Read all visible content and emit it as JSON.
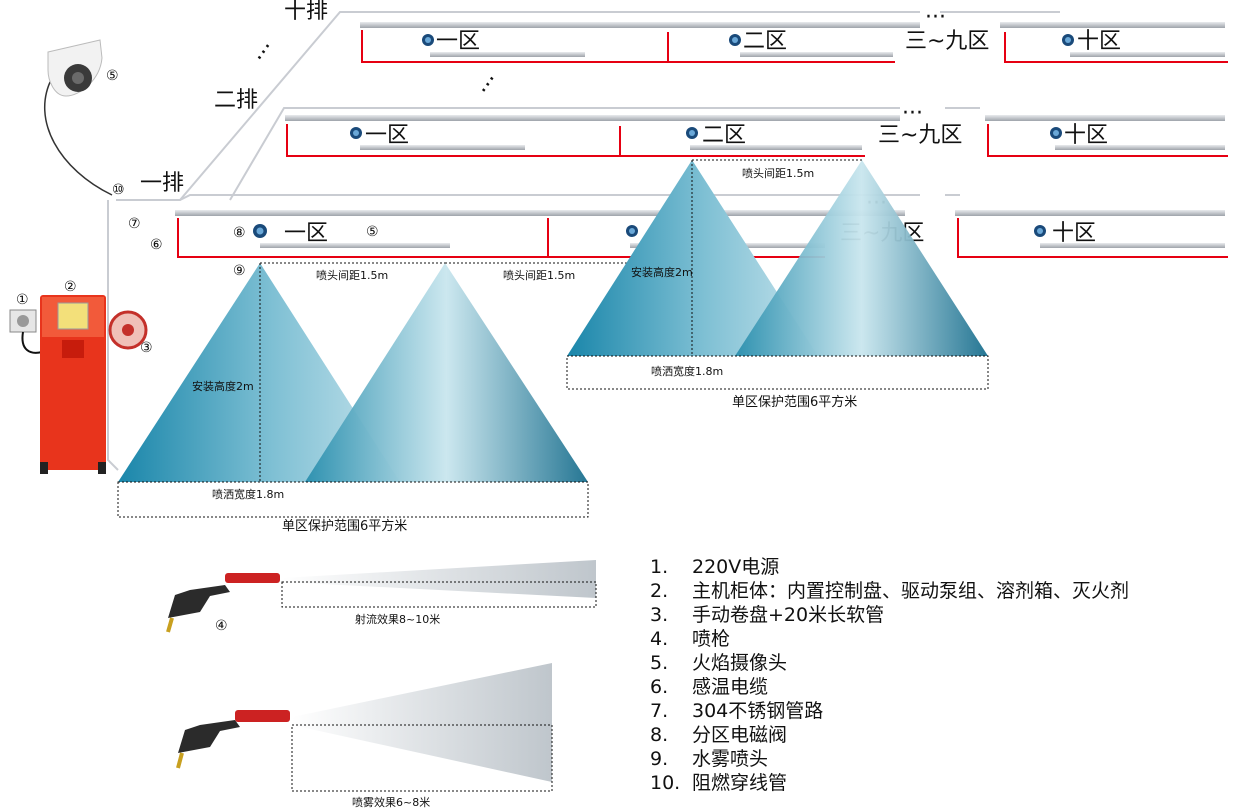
{
  "rows": {
    "row1": "一排",
    "row2": "二排",
    "row10": "十排"
  },
  "zones": {
    "z1": "一区",
    "z2": "二区",
    "z39": "三~九区",
    "z10": "十区"
  },
  "ellipsis": "···",
  "dims": {
    "spacing": "喷头间距1.5m",
    "height": "安装高度2m",
    "width": "喷洒宽度1.8m",
    "coverage": "单区保护范围6平方米"
  },
  "effects": {
    "jet": "射流效果8~10米",
    "spray": "喷雾效果6~8米"
  },
  "markers": [
    "①",
    "②",
    "③",
    "④",
    "⑤",
    "⑥",
    "⑦",
    "⑧",
    "⑨",
    "⑩"
  ],
  "legend": [
    {
      "n": "1.",
      "text": "220V电源"
    },
    {
      "n": "2.",
      "text": "主机柜体：内置控制盘、驱动泵组、溶剂箱、灭火剂"
    },
    {
      "n": "3.",
      "text": "手动卷盘+20米长软管"
    },
    {
      "n": "4.",
      "text": "喷枪"
    },
    {
      "n": "5.",
      "text": "火焰摄像头"
    },
    {
      "n": "6.",
      "text": "感温电缆"
    },
    {
      "n": "7.",
      "text": "304不锈钢管路"
    },
    {
      "n": "8.",
      "text": "分区电磁阀"
    },
    {
      "n": "9.",
      "text": "水雾喷头"
    },
    {
      "n": "10.",
      "text": "阻燃穿线管"
    }
  ],
  "colors": {
    "cable": "#e60012",
    "pipe": "#b8bcc4",
    "cabinet": "#e8341c",
    "cone": "#1e7fa0"
  }
}
